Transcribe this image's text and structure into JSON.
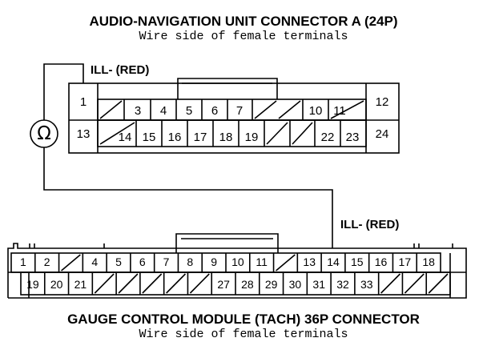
{
  "connector_a": {
    "title": "AUDIO-NAVIGATION UNIT CONNECTOR A (24P)",
    "subtitle": "Wire side of female terminals",
    "wire_label": "ILL- (RED)",
    "row1": [
      "1",
      "",
      "3",
      "4",
      "5",
      "6",
      "7",
      "",
      "10",
      "11",
      "12"
    ],
    "row2": [
      "13",
      "14",
      "15",
      "16",
      "17",
      "18",
      "19",
      "",
      "",
      "22",
      "23",
      "24"
    ]
  },
  "connector_b": {
    "title": "GAUGE CONTROL MODULE (TACH) 36P CONNECTOR",
    "subtitle": "Wire side of female terminals",
    "wire_label": "ILL- (RED)",
    "row1": [
      "1",
      "2",
      "",
      "4",
      "5",
      "6",
      "7",
      "8",
      "9",
      "10",
      "11",
      "",
      "13",
      "14",
      "15",
      "16",
      "17",
      "18"
    ],
    "row2": [
      "19",
      "20",
      "21",
      "",
      "",
      "",
      "",
      "",
      "27",
      "28",
      "29",
      "30",
      "31",
      "32",
      "33",
      "",
      "",
      ""
    ]
  },
  "meter": {
    "symbol": "Ω",
    "icon": "ohmmeter-icon"
  }
}
